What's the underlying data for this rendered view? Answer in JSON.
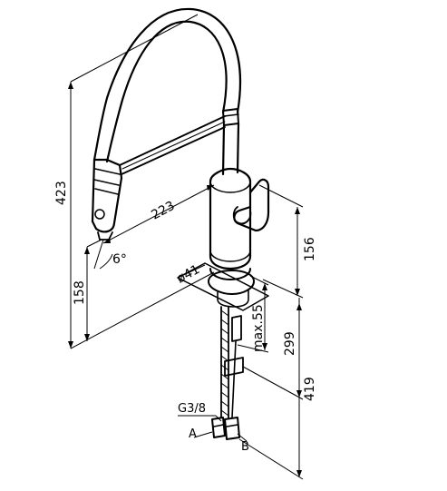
{
  "drawing": {
    "dimensions": {
      "overall_height": "423",
      "spout_reach": "223",
      "spout_height": "158",
      "swivel_angle": "6°",
      "mounting_hole": "ø41",
      "body_height": "156",
      "max_deck_thickness": "max.55",
      "shank_length": "299",
      "below_deck_length": "419"
    },
    "notes": {
      "connection_thread": "G3/8",
      "hose_a": "A",
      "hose_b": "B"
    }
  }
}
